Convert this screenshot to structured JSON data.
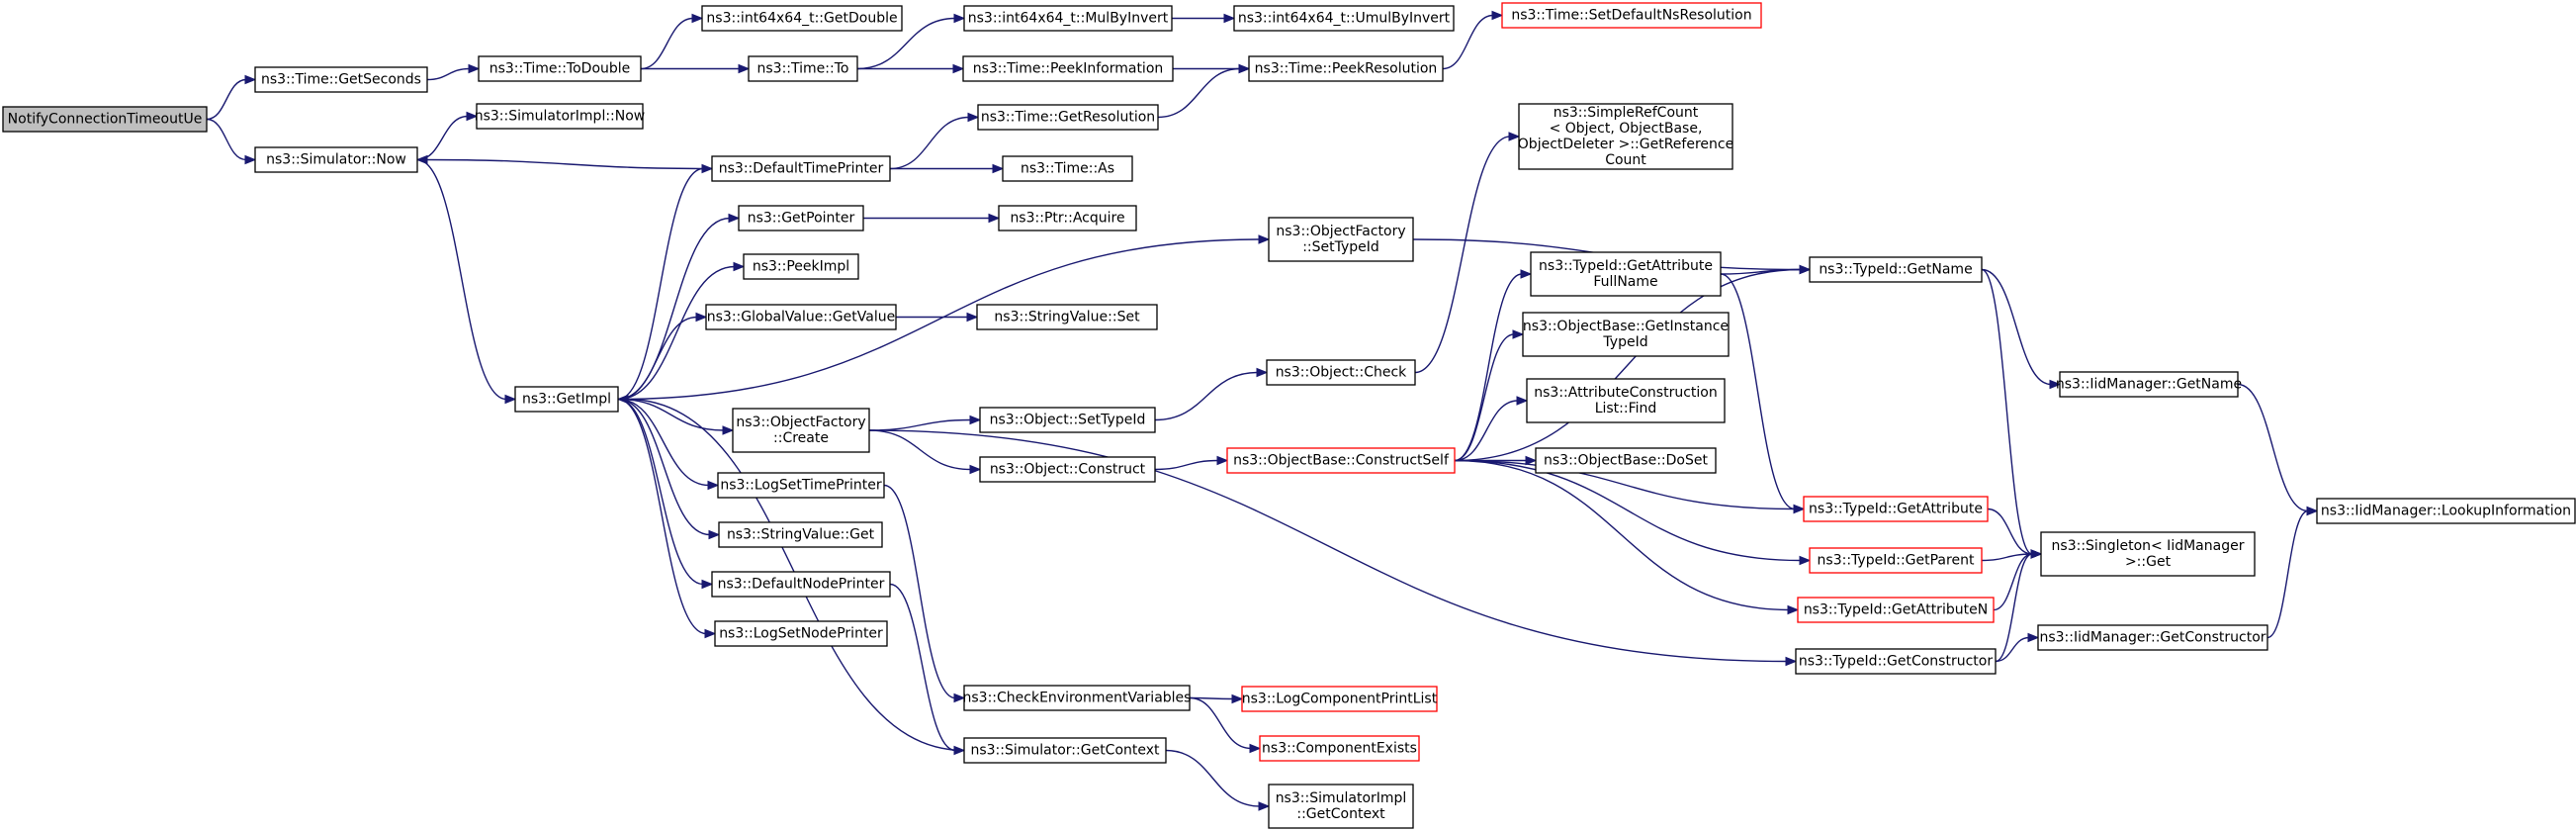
{
  "colors": {
    "edge": "#191970",
    "root_fill": "#bfbfbf",
    "truncated_border": "#ff0000",
    "node_border": "#000000"
  },
  "nodes": [
    {
      "id": "n0",
      "lines": [
        "NotifyConnectionTimeoutUe"
      ],
      "type": "root"
    },
    {
      "id": "n1",
      "lines": [
        "ns3::Time::GetSeconds"
      ]
    },
    {
      "id": "n2",
      "lines": [
        "ns3::Simulator::Now"
      ]
    },
    {
      "id": "n3",
      "lines": [
        "ns3::Time::ToDouble"
      ]
    },
    {
      "id": "n4",
      "lines": [
        "ns3::int64x64_t::GetDouble"
      ]
    },
    {
      "id": "n5",
      "lines": [
        "ns3::Time::To"
      ]
    },
    {
      "id": "n6",
      "lines": [
        "ns3::int64x64_t::MulByInvert"
      ]
    },
    {
      "id": "n7",
      "lines": [
        "ns3::int64x64_t::UmulByInvert"
      ]
    },
    {
      "id": "n8",
      "lines": [
        "ns3::Time::PeekInformation"
      ]
    },
    {
      "id": "n9",
      "lines": [
        "ns3::Time::PeekResolution"
      ]
    },
    {
      "id": "n10",
      "lines": [
        "ns3::Time::SetDefaultNsResolution"
      ],
      "type": "truncated"
    },
    {
      "id": "n11",
      "lines": [
        "ns3::SimulatorImpl::Now"
      ]
    },
    {
      "id": "n12",
      "lines": [
        "ns3::Time::GetResolution"
      ]
    },
    {
      "id": "n13",
      "lines": [
        "ns3::DefaultTimePrinter"
      ]
    },
    {
      "id": "n14",
      "lines": [
        "ns3::Time::As"
      ]
    },
    {
      "id": "n15",
      "lines": [
        "ns3::GetPointer"
      ]
    },
    {
      "id": "n16",
      "lines": [
        "ns3::Ptr::Acquire"
      ]
    },
    {
      "id": "n17",
      "lines": [
        "ns3::PeekImpl"
      ]
    },
    {
      "id": "n18",
      "lines": [
        "ns3::GlobalValue::GetValue"
      ]
    },
    {
      "id": "n19",
      "lines": [
        "ns3::StringValue::Set"
      ]
    },
    {
      "id": "n20",
      "lines": [
        "ns3::GetImpl"
      ]
    },
    {
      "id": "n21",
      "lines": [
        "ns3::ObjectFactory",
        "::Create"
      ]
    },
    {
      "id": "n22",
      "lines": [
        "ns3::LogSetTimePrinter"
      ]
    },
    {
      "id": "n23",
      "lines": [
        "ns3::StringValue::Get"
      ]
    },
    {
      "id": "n24",
      "lines": [
        "ns3::DefaultNodePrinter"
      ]
    },
    {
      "id": "n25",
      "lines": [
        "ns3::LogSetNodePrinter"
      ]
    },
    {
      "id": "n26",
      "lines": [
        "ns3::ObjectFactory",
        "::SetTypeId"
      ]
    },
    {
      "id": "n27",
      "lines": [
        "ns3::Object::SetTypeId"
      ]
    },
    {
      "id": "n28",
      "lines": [
        "ns3::Object::Construct"
      ]
    },
    {
      "id": "n29",
      "lines": [
        "ns3::Object::Check"
      ]
    },
    {
      "id": "n30",
      "lines": [
        "ns3::ObjectBase::ConstructSelf"
      ],
      "type": "truncated"
    },
    {
      "id": "n31",
      "lines": [
        "ns3::SimpleRefCount",
        "< Object, ObjectBase,",
        "ObjectDeleter >::GetReference",
        "Count"
      ]
    },
    {
      "id": "n32",
      "lines": [
        "ns3::TypeId::GetAttribute",
        "FullName"
      ]
    },
    {
      "id": "n33",
      "lines": [
        "ns3::ObjectBase::GetInstance",
        "TypeId"
      ]
    },
    {
      "id": "n34",
      "lines": [
        "ns3::AttributeConstruction",
        "List::Find"
      ]
    },
    {
      "id": "n35",
      "lines": [
        "ns3::ObjectBase::DoSet"
      ]
    },
    {
      "id": "n36",
      "lines": [
        "ns3::TypeId::GetName"
      ]
    },
    {
      "id": "n37",
      "lines": [
        "ns3::IidManager::GetName"
      ]
    },
    {
      "id": "n38",
      "lines": [
        "ns3::IidManager::LookupInformation"
      ]
    },
    {
      "id": "n39",
      "lines": [
        "ns3::TypeId::GetAttribute"
      ],
      "type": "truncated"
    },
    {
      "id": "n40",
      "lines": [
        "ns3::TypeId::GetParent"
      ],
      "type": "truncated"
    },
    {
      "id": "n41",
      "lines": [
        "ns3::TypeId::GetAttributeN"
      ],
      "type": "truncated"
    },
    {
      "id": "n42",
      "lines": [
        "ns3::Singleton< IidManager",
        ">::Get"
      ]
    },
    {
      "id": "n43",
      "lines": [
        "ns3::TypeId::GetConstructor"
      ]
    },
    {
      "id": "n44",
      "lines": [
        "ns3::IidManager::GetConstructor"
      ]
    },
    {
      "id": "n45",
      "lines": [
        "ns3::CheckEnvironmentVariables"
      ]
    },
    {
      "id": "n46",
      "lines": [
        "ns3::LogComponentPrintList"
      ],
      "type": "truncated"
    },
    {
      "id": "n47",
      "lines": [
        "ns3::ComponentExists"
      ],
      "type": "truncated"
    },
    {
      "id": "n48",
      "lines": [
        "ns3::Simulator::GetContext"
      ]
    },
    {
      "id": "n49",
      "lines": [
        "ns3::SimulatorImpl",
        "::GetContext"
      ]
    }
  ],
  "edges": [
    [
      "n0",
      "n1"
    ],
    [
      "n0",
      "n2"
    ],
    [
      "n1",
      "n3"
    ],
    [
      "n3",
      "n4"
    ],
    [
      "n3",
      "n5"
    ],
    [
      "n5",
      "n6"
    ],
    [
      "n6",
      "n7"
    ],
    [
      "n5",
      "n8"
    ],
    [
      "n8",
      "n9"
    ],
    [
      "n9",
      "n10"
    ],
    [
      "n2",
      "n11"
    ],
    [
      "n2",
      "n20"
    ],
    [
      "n13",
      "n2"
    ],
    [
      "n13",
      "n12"
    ],
    [
      "n12",
      "n9"
    ],
    [
      "n13",
      "n14"
    ],
    [
      "n15",
      "n16"
    ],
    [
      "n18",
      "n19"
    ],
    [
      "n20",
      "n13"
    ],
    [
      "n20",
      "n15"
    ],
    [
      "n20",
      "n17"
    ],
    [
      "n20",
      "n18"
    ],
    [
      "n20",
      "n21"
    ],
    [
      "n20",
      "n22"
    ],
    [
      "n20",
      "n23"
    ],
    [
      "n20",
      "n24"
    ],
    [
      "n20",
      "n25"
    ],
    [
      "n20",
      "n26"
    ],
    [
      "n48",
      "n20"
    ],
    [
      "n26",
      "n36"
    ],
    [
      "n21",
      "n27"
    ],
    [
      "n21",
      "n28"
    ],
    [
      "n21",
      "n43"
    ],
    [
      "n27",
      "n29"
    ],
    [
      "n28",
      "n30"
    ],
    [
      "n29",
      "n31"
    ],
    [
      "n30",
      "n36"
    ],
    [
      "n30",
      "n32"
    ],
    [
      "n30",
      "n33"
    ],
    [
      "n30",
      "n34"
    ],
    [
      "n30",
      "n35"
    ],
    [
      "n30",
      "n39"
    ],
    [
      "n30",
      "n40"
    ],
    [
      "n30",
      "n41"
    ],
    [
      "n32",
      "n36"
    ],
    [
      "n32",
      "n39"
    ],
    [
      "n36",
      "n37"
    ],
    [
      "n36",
      "n42"
    ],
    [
      "n37",
      "n38"
    ],
    [
      "n39",
      "n42"
    ],
    [
      "n40",
      "n42"
    ],
    [
      "n41",
      "n42"
    ],
    [
      "n43",
      "n42"
    ],
    [
      "n43",
      "n44"
    ],
    [
      "n44",
      "n38"
    ],
    [
      "n22",
      "n45"
    ],
    [
      "n24",
      "n48"
    ],
    [
      "n45",
      "n46"
    ],
    [
      "n45",
      "n47"
    ],
    [
      "n48",
      "n49"
    ]
  ]
}
